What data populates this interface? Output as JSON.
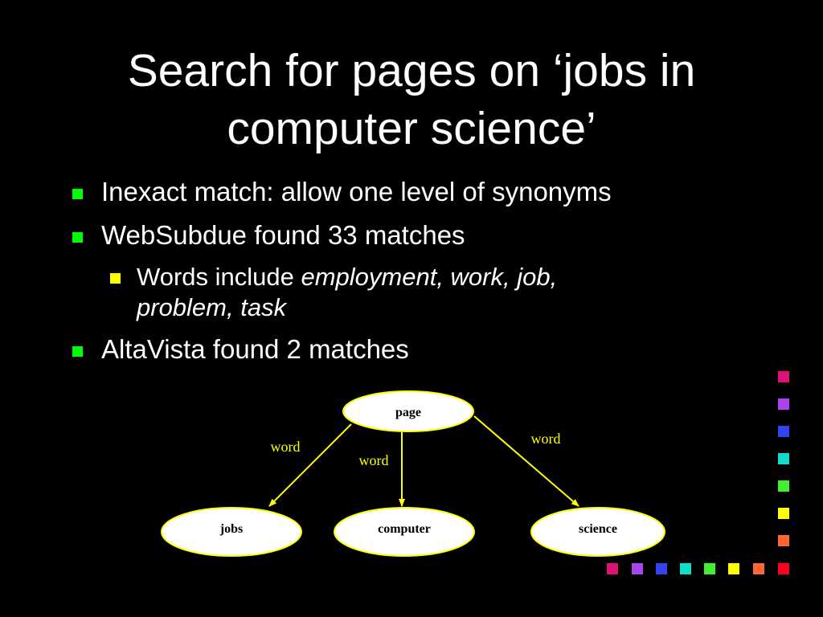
{
  "slide": {
    "title_line1": "Search for pages on ‘jobs in",
    "title_line2": "computer science’",
    "bullets": [
      {
        "text": "Inexact match:  allow one level of synonyms"
      },
      {
        "text": "WebSubdue found 33 matches"
      },
      {
        "text": "AltaVista found 2 matches"
      }
    ],
    "sub_bullet": {
      "prefix": "Words include ",
      "italic_line1": "employment, work, job,",
      "italic_line2": "problem, task"
    },
    "bullet_color": "#00ff00",
    "sub_bullet_color": "#ffff00"
  },
  "diagram": {
    "nodes": {
      "page": "page",
      "jobs": "jobs",
      "computer": "computer",
      "science": "science"
    },
    "edges": {
      "left": "word",
      "middle": "word",
      "right": "word"
    },
    "edge_color": "#ffff00",
    "node_fill": "#ffffff",
    "node_stroke": "#ffff00",
    "label_color": "#ffff00"
  },
  "decor_colors": [
    "#dd1177",
    "#aa44ee",
    "#3344ee",
    "#11ddcc",
    "#44ee33",
    "#ffff00",
    "#ff6633",
    "#ff0022"
  ]
}
